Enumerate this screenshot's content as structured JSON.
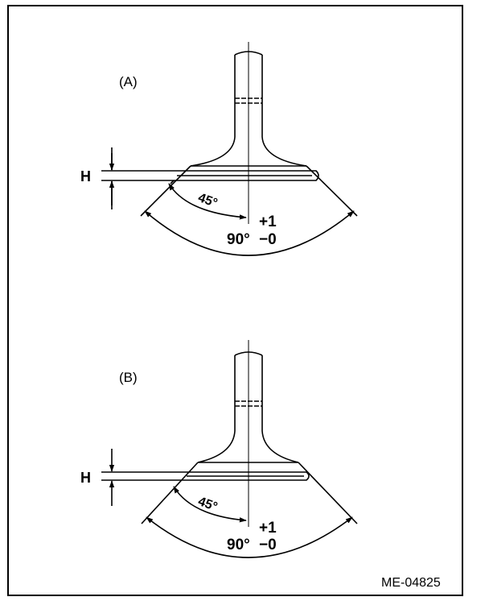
{
  "figure": {
    "views": [
      {
        "label": "(A)",
        "height_symbol": "H",
        "angle_half": "45°",
        "tol_plus": "+1",
        "angle_full": "90°",
        "tol_minus": "−0"
      },
      {
        "label": "(B)",
        "height_symbol": "H",
        "angle_half": "45°",
        "tol_plus": "+1",
        "angle_full": "90°",
        "tol_minus": "−0"
      }
    ],
    "figure_id": "ME-04825"
  }
}
